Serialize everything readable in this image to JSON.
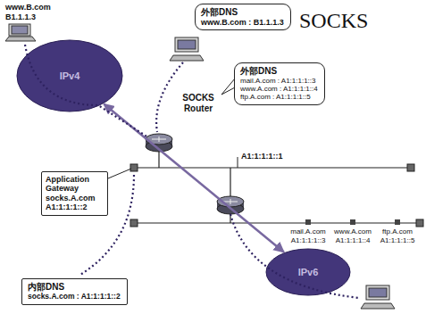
{
  "diagram": {
    "title": "SOCKS",
    "nodes": [
      {
        "text": [
          "外部DNS",
          "www.B.com : B1.1.1.3"
        ]
      },
      {
        "text": [
          "IPv4"
        ]
      },
      {
        "text": [
          "外部DNS",
          "mail.A.com : A1:1:1:1::3",
          "www.A.com : A1:1:1:1::4",
          "ftp.A.com : A1:1:1:1::5"
        ]
      },
      {
        "text": [
          "Application Gateway",
          "socks.A.com",
          "A1:1:1:1::2"
        ]
      },
      {
        "text": [
          "IPv6"
        ]
      },
      {
        "text": [
          "内部DNS",
          "socks.A.com : A1:1:1:1::2"
        ]
      }
    ],
    "edges": [
      {
        "from": 1,
        "to": 4,
        "arrow": "both"
      }
    ],
    "labels": [
      "www.B.com",
      "B1.1.1.3",
      "SOCKS Router",
      "A1:1:1:1::1",
      "mail.A.com",
      "A1:1:1:1::3",
      "www.A.com",
      "A1:1:1:1::4",
      "ftp.A.com",
      "A1:1:1:1::5"
    ]
  }
}
